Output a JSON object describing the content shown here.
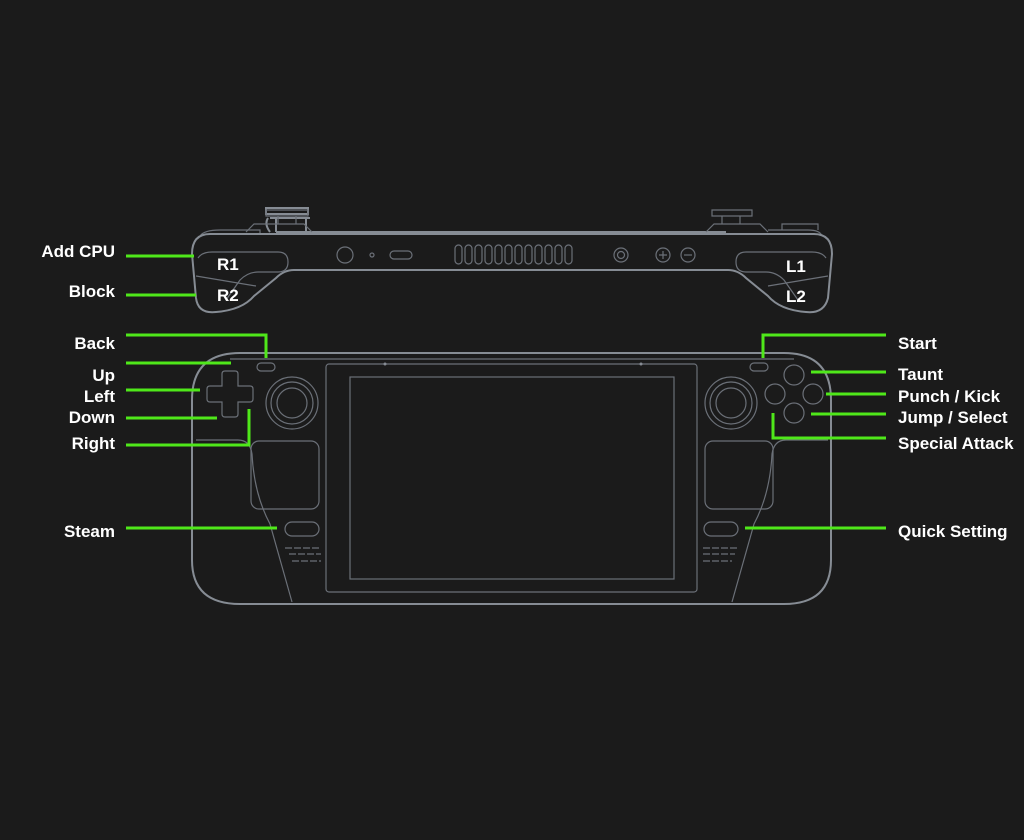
{
  "colors": {
    "background": "#1b1b1b",
    "outline": "#868c94",
    "callout": "#4fe81a",
    "text": "#ffffff"
  },
  "top_view": {
    "buttons": {
      "r1": "R1",
      "r2": "R2",
      "l1": "L1",
      "l2": "L2"
    }
  },
  "left_labels": {
    "add_cpu": "Add  CPU",
    "block": "Block",
    "back": "Back",
    "up": "Up",
    "left": "Left",
    "down": "Down",
    "right": "Right",
    "steam": "Steam"
  },
  "right_labels": {
    "start": "Start",
    "taunt": "Taunt",
    "punch_kick": "Punch / Kick",
    "jump_select": "Jump / Select",
    "special_attack": "Special Attack",
    "quick_setting": "Quick Setting"
  }
}
